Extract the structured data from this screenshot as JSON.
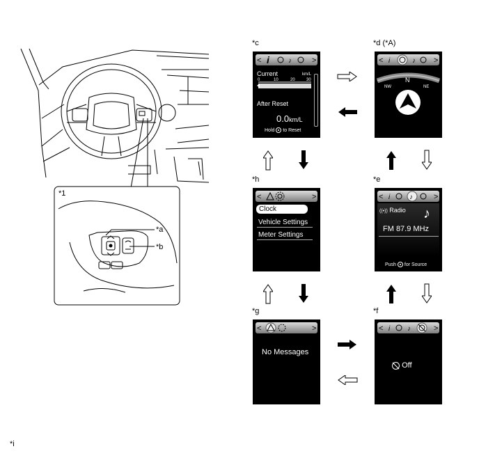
{
  "labels": {
    "c": "*c",
    "d": "*d (*A)",
    "h": "*h",
    "e": "*e",
    "g": "*g",
    "f": "*f",
    "one": "*1",
    "a": "*a",
    "b": "*b",
    "i": "*i"
  },
  "screen_c": {
    "current": "Current",
    "unit_top": "km/L",
    "scale": [
      "0",
      "10",
      "20",
      "30"
    ],
    "after_reset": "After Reset",
    "value": "0.0",
    "value_unit": "km/L",
    "hold": "Hold",
    "to_reset": "to Reset"
  },
  "screen_d": {
    "compass_n": "N",
    "compass_nw": "NW",
    "compass_ne": "NE"
  },
  "screen_h": {
    "menu": [
      "Clock",
      "Vehicle Settings",
      "Meter Settings"
    ]
  },
  "screen_e": {
    "source": "Radio",
    "station": "FM 87.9  MHz",
    "push": "Push",
    "for_source": "for Source"
  },
  "screen_g": {
    "message": "No Messages"
  },
  "screen_f": {
    "status": "Off"
  },
  "colors": {
    "screen_bg": "#000000",
    "header_light": "#dcdcdc",
    "header_dark": "#7d7d7d"
  }
}
